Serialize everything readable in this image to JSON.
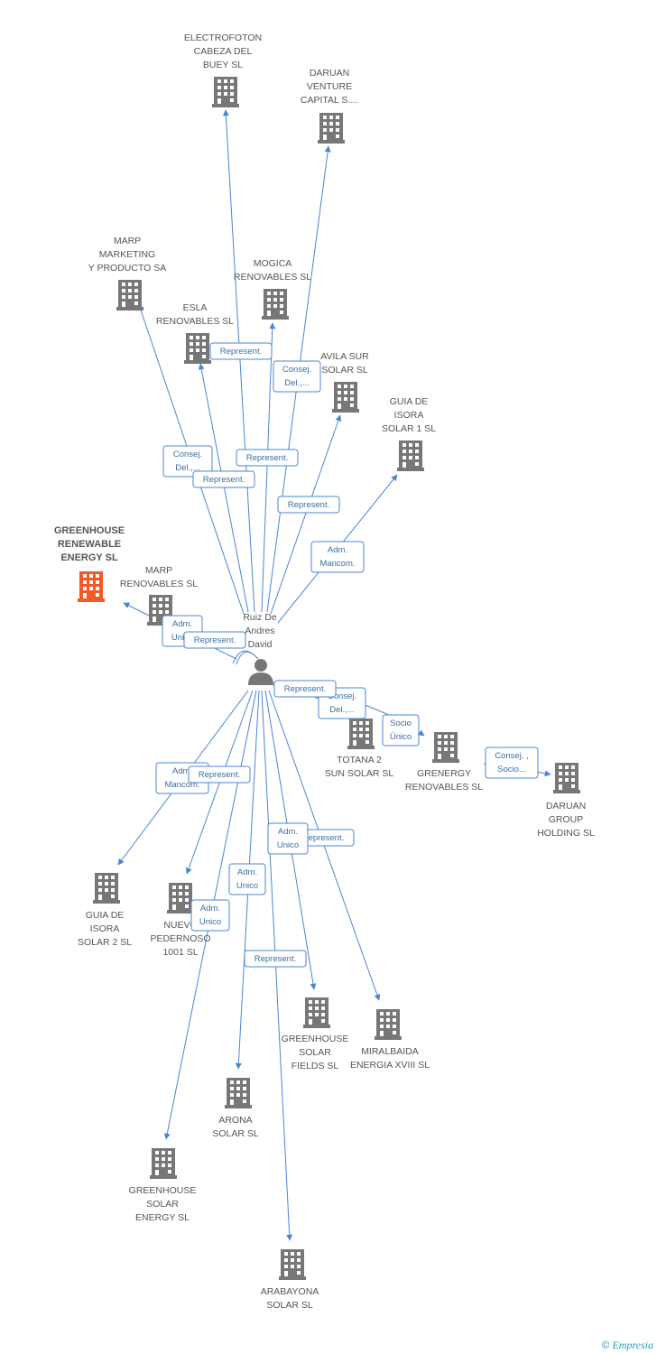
{
  "colors": {
    "edge": "#4a86d4",
    "building": "#777777",
    "focus_building": "#f05a28",
    "person": "#777777",
    "label_border": "#4a86d4"
  },
  "center": {
    "id": "person",
    "label": [
      "Ruiz De",
      "Andres",
      "David"
    ],
    "icon": "person-icon"
  },
  "nodes": [
    {
      "id": "electrofoton",
      "label": [
        "ELECTROFOTON",
        "CABEZA DEL",
        "BUEY SL"
      ]
    },
    {
      "id": "daruan-venture",
      "label": [
        "DARUAN",
        "VENTURE",
        "CAPITAL S...."
      ]
    },
    {
      "id": "marp-marketing",
      "label": [
        "MARP",
        "MARKETING",
        "Y PRODUCTO SA"
      ]
    },
    {
      "id": "mogica",
      "label": [
        "MOGICA",
        "RENOVABLES SL"
      ]
    },
    {
      "id": "esla",
      "label": [
        "ESLA",
        "RENOVABLES SL"
      ]
    },
    {
      "id": "avila-sur",
      "label": [
        "AVILA SUR",
        "SOLAR SL"
      ]
    },
    {
      "id": "guia-isora-1",
      "label": [
        "GUIA DE",
        "ISORA",
        "SOLAR 1 SL"
      ]
    },
    {
      "id": "greenhouse-renewable",
      "label": [
        "GREENHOUSE",
        "RENEWABLE",
        "ENERGY SL"
      ],
      "focus": true
    },
    {
      "id": "marp-renovables",
      "label": [
        "MARP",
        "RENOVABLES SL"
      ]
    },
    {
      "id": "totana",
      "label": [
        "TOTANA 2",
        "SUN SOLAR SL"
      ]
    },
    {
      "id": "grenergy",
      "label": [
        "GRENERGY",
        "RENOVABLES SL"
      ]
    },
    {
      "id": "daruan-group",
      "label": [
        "DARUAN",
        "GROUP",
        "HOLDING  SL"
      ]
    },
    {
      "id": "guia-isora-2",
      "label": [
        "GUIA DE",
        "ISORA",
        "SOLAR 2 SL"
      ]
    },
    {
      "id": "nuevo-pedernoso",
      "label": [
        "NUEVO",
        "PEDERNOSO",
        "1001 SL"
      ]
    },
    {
      "id": "greenhouse-fields",
      "label": [
        "GREENHOUSE",
        "SOLAR",
        "FIELDS SL"
      ]
    },
    {
      "id": "miralbaida",
      "label": [
        "MIRALBAIDA",
        "ENERGIA XVIII SL"
      ]
    },
    {
      "id": "arona",
      "label": [
        "ARONA",
        "SOLAR SL"
      ]
    },
    {
      "id": "greenhouse-solar-energy",
      "label": [
        "GREENHOUSE",
        "SOLAR",
        "ENERGY SL"
      ]
    },
    {
      "id": "arabayona",
      "label": [
        "ARABAYONA",
        "SOLAR SL"
      ]
    }
  ],
  "edge_labels": [
    {
      "id": "rep-esla",
      "text": [
        "Represent."
      ]
    },
    {
      "id": "consej-daruan",
      "text": [
        "Consej.",
        "Del.,..."
      ]
    },
    {
      "id": "consej-marp",
      "text": [
        "Consej.",
        "Del.,..."
      ]
    },
    {
      "id": "rep-mogica",
      "text": [
        "Represent."
      ]
    },
    {
      "id": "rep-electrofoton",
      "text": [
        "Represent."
      ]
    },
    {
      "id": "rep-avila",
      "text": [
        "Represent."
      ]
    },
    {
      "id": "adm-guia1",
      "text": [
        "Adm.",
        "Mancom."
      ]
    },
    {
      "id": "adm-marp-ren",
      "text": [
        "Adm.",
        "Unico"
      ]
    },
    {
      "id": "rep-greenhouse-ren",
      "text": [
        "Represent."
      ]
    },
    {
      "id": "consej-totana",
      "text": [
        "Consej.",
        "Del.,..."
      ]
    },
    {
      "id": "rep-totana",
      "text": [
        "Represent."
      ]
    },
    {
      "id": "socio-grenergy",
      "text": [
        "Socio",
        "Único"
      ]
    },
    {
      "id": "consej-daruan-group",
      "text": [
        "Consej. ,",
        "Socio..."
      ]
    },
    {
      "id": "adm-guia2",
      "text": [
        "Adm.",
        "Mancom."
      ]
    },
    {
      "id": "rep-nuevo",
      "text": [
        "Represent."
      ]
    },
    {
      "id": "rep-miralbaida",
      "text": [
        "Represent."
      ]
    },
    {
      "id": "adm-fields",
      "text": [
        "Adm.",
        "Unico"
      ]
    },
    {
      "id": "adm-arona",
      "text": [
        "Adm.",
        "Unico"
      ]
    },
    {
      "id": "adm-gse",
      "text": [
        "Adm.",
        "Unico"
      ]
    },
    {
      "id": "rep-arabayona",
      "text": [
        "Represent."
      ]
    }
  ],
  "watermark": {
    "symbol": "©",
    "brand": "Empresia"
  }
}
